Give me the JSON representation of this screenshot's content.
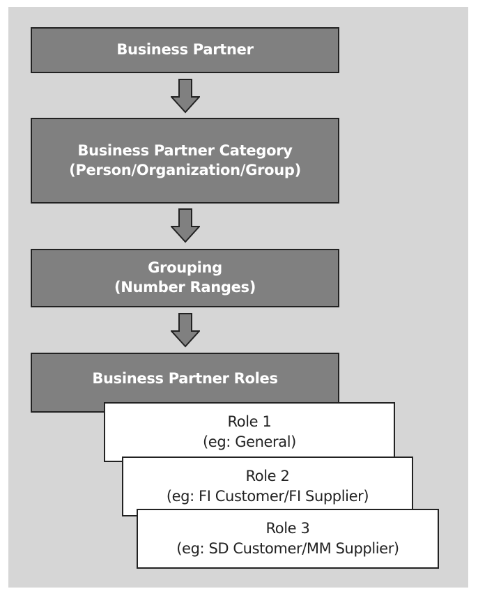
{
  "nodes": {
    "business_partner": {
      "line1": "Business Partner"
    },
    "category": {
      "line1": "Business Partner Category",
      "line2": "(Person/Organization/Group)"
    },
    "grouping": {
      "line1": "Grouping",
      "line2": "(Number Ranges)"
    },
    "roles": {
      "line1": "Business Partner Roles"
    },
    "role1": {
      "line1": "Role 1",
      "line2": "(eg: General)"
    },
    "role2": {
      "line1": "Role 2",
      "line2": "(eg: FI Customer/FI Supplier)"
    },
    "role3": {
      "line1": "Role 3",
      "line2": "(eg: SD Customer/MM Supplier)"
    }
  },
  "colors": {
    "panel_bg": "#d6d6d6",
    "dark_box": "#808080",
    "light_box": "#ffffff",
    "border": "#222222",
    "arrow_fill": "#808080"
  },
  "icons": {
    "arrow": "down-arrow-icon"
  }
}
